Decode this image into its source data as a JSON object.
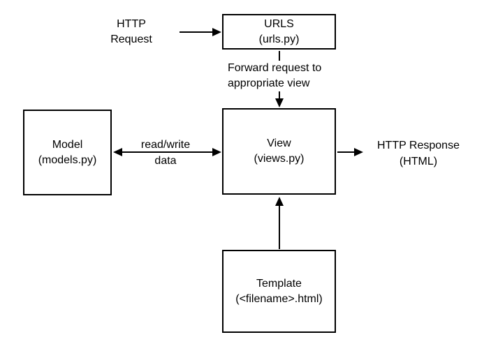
{
  "diagram": {
    "nodes": {
      "urls": {
        "title": "URLS",
        "subtitle": "(urls.py)"
      },
      "view": {
        "title": "View",
        "subtitle": "(views.py)"
      },
      "model": {
        "title": "Model",
        "subtitle": "(models.py)"
      },
      "template": {
        "title": "Template",
        "subtitle": "(<filename>.html)"
      }
    },
    "labels": {
      "http_request": "HTTP\nRequest",
      "forward_request": "Forward request to\nappropriate view",
      "read_write": "read/write\ndata",
      "http_response": "HTTP Response\n(HTML)"
    },
    "colors": {
      "stroke": "#000000",
      "background": "#ffffff"
    }
  }
}
